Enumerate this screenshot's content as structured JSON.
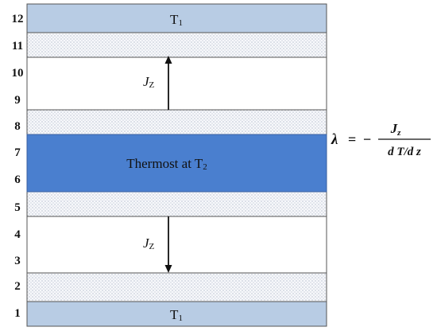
{
  "row_numbers": [
    "12",
    "11",
    "10",
    "9",
    "8",
    "7",
    "6",
    "5",
    "4",
    "3",
    "2",
    "1"
  ],
  "top_bar": {
    "label": "T",
    "sub": "1"
  },
  "bottom_bar": {
    "label": "T",
    "sub": "1"
  },
  "thermostat": {
    "label": "Thermost at T",
    "sub": "2"
  },
  "upper_flux": {
    "label": "J",
    "sub": "Z"
  },
  "lower_flux": {
    "label": "J",
    "sub": "Z"
  },
  "equation": {
    "lhs": "λ",
    "equals": "=",
    "minus": "−",
    "numerator": "J",
    "numerator_sub": "z",
    "denominator": "d T/d z"
  },
  "colors": {
    "bar": "#b8cce4",
    "thermostat": "#4a7fcf",
    "dotted_fill": "#eef1f6",
    "border": "#555555"
  }
}
